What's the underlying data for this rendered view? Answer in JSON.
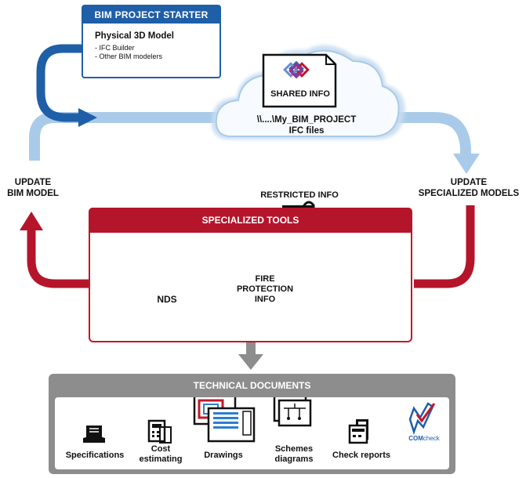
{
  "starter": {
    "header": "BIM PROJECT STARTER",
    "title": "Physical 3D Model",
    "bullets": [
      "- IFC Builder",
      "- Other BIM modelers"
    ]
  },
  "cloud": {
    "shared_label": "SHARED INFO",
    "path_line1": "\\\\....\\My_BIM_PROJECT",
    "path_line2": "IFC files"
  },
  "update_bim": {
    "line1": "UPDATE",
    "line2": "BIM MODEL"
  },
  "update_specialized": {
    "line1": "UPDATE",
    "line2": "SPECIALIZED MODELS"
  },
  "restricted_label": "RESTRICTED INFO",
  "tools": {
    "header": "SPECIALIZED TOOLS",
    "nds_label": "NDS",
    "fire_line1": "FIRE",
    "fire_line2": "PROTECTION",
    "fire_line3": "INFO"
  },
  "tech": {
    "header": "TECHNICAL DOCUMENTS",
    "items": [
      {
        "line1": "Specifications",
        "line2": "",
        "icon": "book-icon"
      },
      {
        "line1": "Cost",
        "line2": "estimating",
        "icon": "calculator-icon"
      },
      {
        "line1": "Drawings",
        "line2": "",
        "icon": "drawings-icon"
      },
      {
        "line1": "Schemes",
        "line2": "diagrams",
        "icon": "schemes-icon"
      },
      {
        "line1": "Check reports",
        "line2": "",
        "icon": "check-reports-icon"
      }
    ],
    "comcheck_bold": "COM",
    "comcheck_rest": "check"
  },
  "colors": {
    "blue": "#1f5fa8",
    "light_blue": "#9cc3e6",
    "red": "#b5152a",
    "gray": "#8d8d8d",
    "arrow_salmon": "#d46a5e"
  }
}
